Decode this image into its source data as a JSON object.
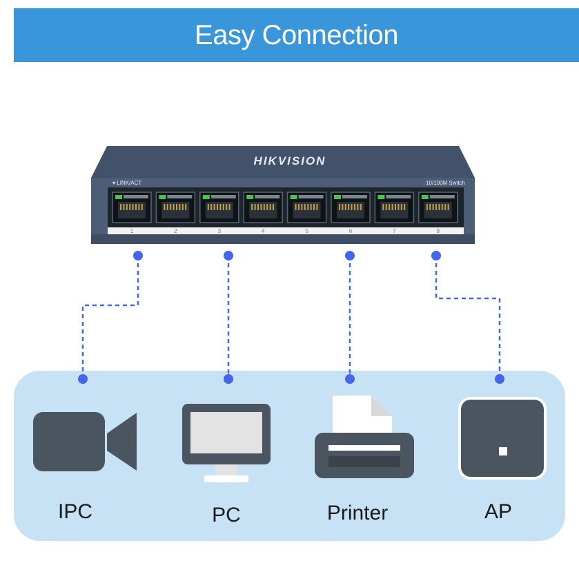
{
  "banner": {
    "title": "Easy Connection"
  },
  "switch": {
    "brand": "HIKVISION",
    "status_label": "▾ LINK/ACT",
    "model_label": "10/100M Switch",
    "port_numbers": [
      "1",
      "2",
      "3",
      "4",
      "5",
      "6",
      "7",
      "8"
    ]
  },
  "devices": {
    "ipc": {
      "label": "IPC"
    },
    "pc": {
      "label": "PC"
    },
    "printer": {
      "label": "Printer"
    },
    "ap": {
      "label": "AP"
    }
  },
  "colors": {
    "banner": "#3a96db",
    "switch_body": "#4d5d78",
    "device_panel": "#c7e1f5",
    "icon": "#4a5560",
    "connector": "#4466ee",
    "port_led": "#4cc24a"
  },
  "connections": [
    {
      "port": "1",
      "device": "IPC"
    },
    {
      "port": "3",
      "device": "PC"
    },
    {
      "port": "6",
      "device": "Printer"
    },
    {
      "port": "8",
      "device": "AP"
    }
  ]
}
